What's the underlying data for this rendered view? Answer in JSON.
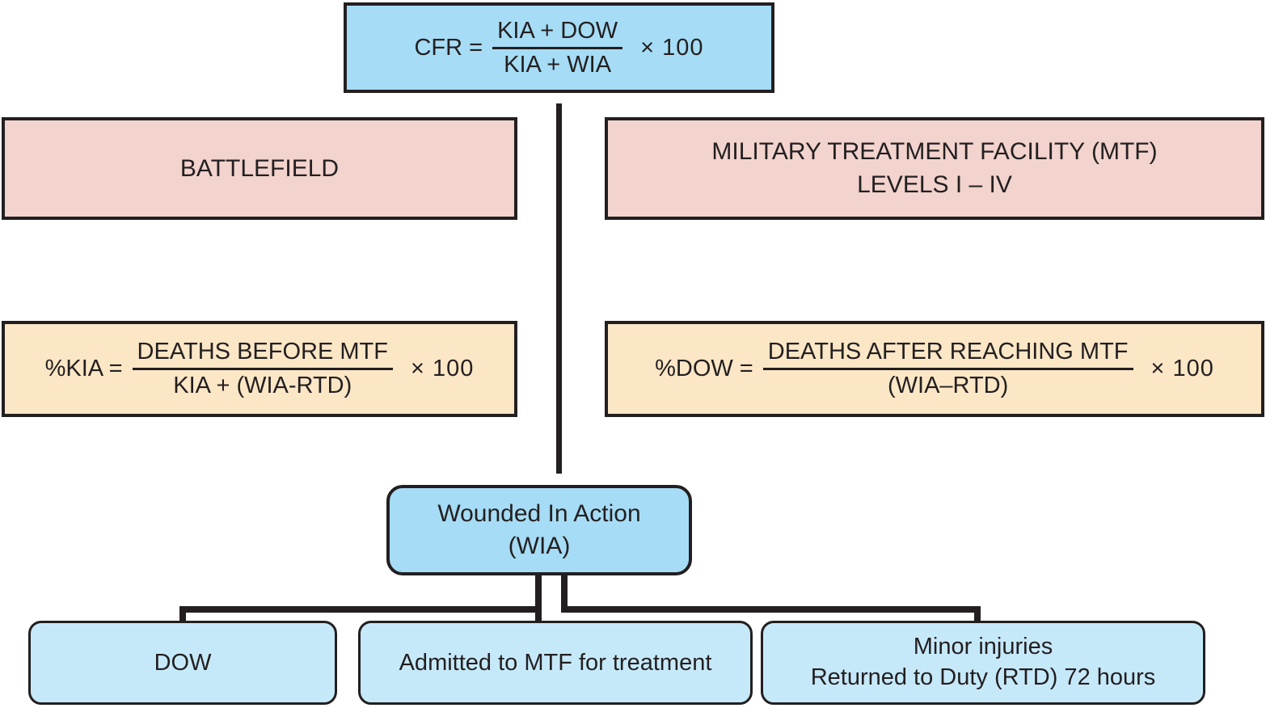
{
  "colors": {
    "blue": "#a6dcf5",
    "light_blue": "#c6e9fa",
    "pink": "#f2d3cd",
    "peach": "#fbe6c6",
    "ink": "#231f20"
  },
  "cfr_box": {
    "lhs": "CFR =",
    "numerator": "KIA + DOW",
    "denominator": "KIA + WIA",
    "multiplier": "× 100"
  },
  "battlefield_box": {
    "label": "BATTLEFIELD"
  },
  "mtf_box": {
    "line1": "MILITARY TREATMENT FACILITY (MTF)",
    "line2": "LEVELS I – IV"
  },
  "kia_box": {
    "lhs": "%KIA =",
    "numerator": "DEATHS BEFORE MTF",
    "denominator": "KIA + (WIA-RTD)",
    "multiplier": "× 100"
  },
  "dow_box": {
    "lhs": "%DOW =",
    "numerator": "DEATHS AFTER REACHING MTF",
    "denominator": "(WIA–RTD)",
    "multiplier": "× 100"
  },
  "wia_box": {
    "line1": "Wounded In Action",
    "line2": "(WIA)"
  },
  "outcome_dow_box": {
    "label": "DOW"
  },
  "outcome_admitted_box": {
    "label": "Admitted to MTF for treatment"
  },
  "outcome_rtd_box": {
    "line1": "Minor injuries",
    "line2": "Returned to Duty (RTD) 72 hours"
  }
}
